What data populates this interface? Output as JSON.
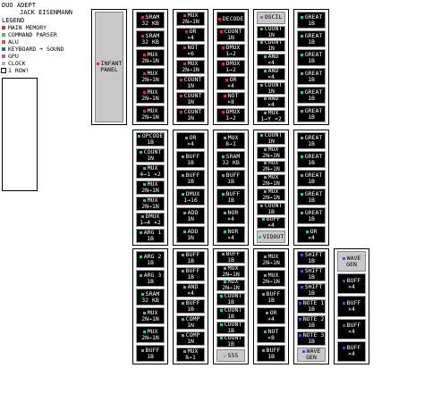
{
  "header": {
    "title": "DUO ADEPT",
    "author": "JACK EISENMANN"
  },
  "legend": {
    "title": "LEGEND",
    "items": [
      {
        "label": "MAIN MEMORY",
        "color": "#d93030"
      },
      {
        "label": "COMMAND PARSER",
        "color": "#2ecc71"
      },
      {
        "label": "ALU",
        "color": "#e05050"
      },
      {
        "label": "KEYBOARD + SOUND",
        "color": "#4050e0"
      },
      {
        "label": "GPU",
        "color": "#c050c0"
      },
      {
        "label": "CLOCK",
        "color": "#b0b0b0"
      },
      {
        "label": "1 ROW!",
        "color": "#ffffff"
      }
    ]
  },
  "columns": [
    {
      "id": "c1",
      "tiles": [
        {
          "l1": "INFANT",
          "l2": "PANEL",
          "color": "#d93030",
          "gray": true
        }
      ]
    },
    {
      "id": "c2",
      "tiles": [
        {
          "l1": "SRAM",
          "l2": "32 KB",
          "color": "#d93030"
        },
        {
          "l1": "SRAM",
          "l2": "32 KB",
          "color": "#d93030"
        },
        {
          "l1": "MUX",
          "l2": "2N→1N",
          "color": "#d93030"
        },
        {
          "l1": "MUX",
          "l2": "2N→1N",
          "color": "#d93030"
        },
        {
          "l1": "MUX",
          "l2": "2N→1N",
          "color": "#d93030"
        },
        {
          "l1": "MUX",
          "l2": "2N→1N",
          "color": "#d93030"
        }
      ]
    },
    {
      "id": "c3",
      "tiles": [
        {
          "l1": "MUX",
          "l2": "2N→1N",
          "color": "#d93030"
        },
        {
          "l1": "OR",
          "l2": "×4",
          "color": "#d93030"
        },
        {
          "l1": "NOT",
          "l2": "×6",
          "color": "#d93030"
        },
        {
          "l1": "MUX",
          "l2": "2N→1N",
          "color": "#d93030"
        },
        {
          "l1": "COUNT",
          "l2": "1N",
          "color": "#d93030"
        },
        {
          "l1": "COUNT",
          "l2": "1N",
          "color": "#d93030"
        },
        {
          "l1": "COUNT",
          "l2": "1N",
          "color": "#d93030"
        }
      ]
    },
    {
      "id": "c4",
      "tiles": [
        {
          "l1": "DECODE",
          "l2": "",
          "color": "#d93030"
        },
        {
          "l1": "COUNT",
          "l2": "1N",
          "color": "#d93030"
        },
        {
          "l1": "DMUX",
          "l2": "1→2",
          "color": "#d93030"
        },
        {
          "l1": "DMUX",
          "l2": "1→2",
          "color": "#d93030"
        },
        {
          "l1": "OR",
          "l2": "×4",
          "color": "#d93030"
        },
        {
          "l1": "NOT",
          "l2": "×8",
          "color": "#d93030"
        },
        {
          "l1": "DMUX",
          "l2": "1→2",
          "color": "#d93030"
        }
      ]
    },
    {
      "id": "c5",
      "tiles": [
        {
          "l1": "OSCIL",
          "l2": "",
          "color": "#c050c0",
          "gray": true
        },
        {
          "l1": "COUNT",
          "l2": "1N",
          "color": "#2ecc71"
        },
        {
          "l1": "COUNT",
          "l2": "1N",
          "color": "#2ecc71"
        },
        {
          "l1": "AND",
          "l2": "×4",
          "color": "#2ecc71"
        },
        {
          "l1": "AND",
          "l2": "×4",
          "color": "#2ecc71"
        },
        {
          "l1": "COUNT",
          "l2": "1N",
          "color": "#2ecc71"
        },
        {
          "l1": "AND",
          "l2": "×4",
          "color": "#2ecc71"
        },
        {
          "l1": "MUX",
          "l2": "1→Y ×2",
          "color": "#2ecc71"
        }
      ]
    },
    {
      "id": "c6",
      "tiles": [
        {
          "l1": "GREAT",
          "l2": "1B",
          "color": "#2ecc71"
        },
        {
          "l1": "GREAT",
          "l2": "1B",
          "color": "#2ecc71"
        },
        {
          "l1": "GREAT",
          "l2": "1B",
          "color": "#2ecc71"
        },
        {
          "l1": "GREAT",
          "l2": "1B",
          "color": "#2ecc71"
        },
        {
          "l1": "GREAT",
          "l2": "1B",
          "color": "#2ecc71"
        },
        {
          "l1": "GREAT",
          "l2": "1B",
          "color": "#2ecc71"
        }
      ]
    },
    {
      "id": "c7",
      "tiles": [
        {
          "l1": "OPCODE",
          "l2": "1B",
          "color": "#2ecc71"
        },
        {
          "l1": "COUNT",
          "l2": "1N",
          "color": "#2ecc71"
        },
        {
          "l1": "MUX",
          "l2": "4→1 ×2",
          "color": "#2ecc71"
        },
        {
          "l1": "MUX",
          "l2": "2N→1N",
          "color": "#2ecc71"
        },
        {
          "l1": "MUX",
          "l2": "2N→1N",
          "color": "#2ecc71"
        },
        {
          "l1": "DMUX",
          "l2": "1→4 ×2",
          "color": "#2ecc71"
        },
        {
          "l1": "ARG 1",
          "l2": "1B",
          "color": "#2ecc71"
        }
      ]
    },
    {
      "id": "c8",
      "tiles": [
        {
          "l1": "OR",
          "l2": "×4",
          "color": "#2ecc71"
        },
        {
          "l1": "BUFF",
          "l2": "1B",
          "color": "#2ecc71"
        },
        {
          "l1": "BUFF",
          "l2": "1B",
          "color": "#2ecc71"
        },
        {
          "l1": "DMUX",
          "l2": "1→16",
          "color": "#2ecc71"
        },
        {
          "l1": "ADD",
          "l2": "1N",
          "color": "#2ecc71"
        },
        {
          "l1": "ADD",
          "l2": "1N",
          "color": "#2ecc71"
        }
      ]
    },
    {
      "id": "c9",
      "tiles": [
        {
          "l1": "MUX",
          "l2": "8→1",
          "color": "#2ecc71"
        },
        {
          "l1": "SRAM",
          "l2": "32 KB",
          "color": "#2ecc71"
        },
        {
          "l1": "BUFF",
          "l2": "1B",
          "color": "#2ecc71"
        },
        {
          "l1": "BUFF",
          "l2": "1B",
          "color": "#2ecc71"
        },
        {
          "l1": "NOR",
          "l2": "×4",
          "color": "#2ecc71"
        },
        {
          "l1": "NOR",
          "l2": "×4",
          "color": "#2ecc71"
        }
      ]
    },
    {
      "id": "c10",
      "tiles": [
        {
          "l1": "COUNT",
          "l2": "1N",
          "color": "#2ecc71"
        },
        {
          "l1": "MUX",
          "l2": "2N→1N",
          "color": "#2ecc71"
        },
        {
          "l1": "MUX",
          "l2": "2N→1N",
          "color": "#2ecc71"
        },
        {
          "l1": "MUX",
          "l2": "2N→1N",
          "color": "#2ecc71"
        },
        {
          "l1": "MUX",
          "l2": "2N→1N",
          "color": "#2ecc71"
        },
        {
          "l1": "COUNT",
          "l2": "1B",
          "color": "#2ecc71"
        },
        {
          "l1": "BUFF",
          "l2": "×4",
          "color": "#2ecc71"
        },
        {
          "l1": "VIDOUT",
          "l2": "",
          "color": "#2ecc71",
          "gray": true
        }
      ]
    },
    {
      "id": "c11",
      "tiles": [
        {
          "l1": "GREAT",
          "l2": "1B",
          "color": "#2ecc71"
        },
        {
          "l1": "GREAT",
          "l2": "1B",
          "color": "#2ecc71"
        },
        {
          "l1": "GREAT",
          "l2": "1B",
          "color": "#2ecc71"
        },
        {
          "l1": "GREAT",
          "l2": "1B",
          "color": "#2ecc71"
        },
        {
          "l1": "GREAT",
          "l2": "1B",
          "color": "#2ecc71"
        },
        {
          "l1": "OR",
          "l2": "×4",
          "color": "#2ecc71"
        }
      ]
    },
    {
      "id": "c12",
      "tiles": [
        {
          "l1": "ARG 2",
          "l2": "1B",
          "color": "#2ecc71"
        },
        {
          "l1": "ARG 3",
          "l2": "1B",
          "color": "#2ecc71"
        },
        {
          "l1": "SRAM",
          "l2": "32 KB",
          "color": "#2ecc71"
        },
        {
          "l1": "MUX",
          "l2": "2N→1N",
          "color": "#2ecc71"
        },
        {
          "l1": "MUX",
          "l2": "2N→1N",
          "color": "#2ecc71"
        },
        {
          "l1": "BUFF",
          "l2": "1B",
          "color": "#2ecc71"
        }
      ]
    },
    {
      "id": "c13",
      "tiles": [
        {
          "l1": "BUFF",
          "l2": "1B",
          "color": "#2ecc71"
        },
        {
          "l1": "BUFF",
          "l2": "1B",
          "color": "#2ecc71"
        },
        {
          "l1": "AND",
          "l2": "×4",
          "color": "#2ecc71"
        },
        {
          "l1": "BUFF",
          "l2": "1B",
          "color": "#2ecc71"
        },
        {
          "l1": "COMP",
          "l2": "1N",
          "color": "#2ecc71"
        },
        {
          "l1": "COMP",
          "l2": "1N",
          "color": "#2ecc71"
        },
        {
          "l1": "MUX",
          "l2": "8→1",
          "color": "#2ecc71"
        }
      ]
    },
    {
      "id": "c14",
      "tiles": [
        {
          "l1": "BUFF",
          "l2": "1B",
          "color": "#2ecc71"
        },
        {
          "l1": "MUX",
          "l2": "2N→1N",
          "color": "#2ecc71"
        },
        {
          "l1": "MUX",
          "l2": "2N→1N",
          "color": "#2ecc71"
        },
        {
          "l1": "COUNT",
          "l2": "1B",
          "color": "#2ecc71"
        },
        {
          "l1": "COUNT",
          "l2": "1B",
          "color": "#2ecc71"
        },
        {
          "l1": "COUNT",
          "l2": "1B",
          "color": "#2ecc71"
        },
        {
          "l1": "COUNT",
          "l2": "1B",
          "color": "#2ecc71"
        },
        {
          "l1": "555",
          "l2": "",
          "color": "#b0b0b0",
          "gray": true
        }
      ]
    },
    {
      "id": "c15",
      "tiles": [
        {
          "l1": "MUX",
          "l2": "2N→1N",
          "color": "#2ecc71"
        },
        {
          "l1": "MUX",
          "l2": "2N→1N",
          "color": "#2ecc71"
        },
        {
          "l1": "BUFF",
          "l2": "1B",
          "color": "#2ecc71"
        },
        {
          "l1": "OR",
          "l2": "×4",
          "color": "#2ecc71"
        },
        {
          "l1": "NOT",
          "l2": "×8",
          "color": "#2ecc71"
        },
        {
          "l1": "BUFF",
          "l2": "1B",
          "color": "#2ecc71"
        }
      ]
    },
    {
      "id": "c16",
      "tiles": [
        {
          "l1": "SHIFT",
          "l2": "1B",
          "color": "#4050e0"
        },
        {
          "l1": "SHIFT",
          "l2": "1B",
          "color": "#4050e0"
        },
        {
          "l1": "SHIFT",
          "l2": "1B",
          "color": "#4050e0"
        },
        {
          "l1": "NOTE 1",
          "l2": "1B",
          "color": "#4050e0"
        },
        {
          "l1": "NOTE 2",
          "l2": "1B",
          "color": "#4050e0"
        },
        {
          "l1": "NOTE 3",
          "l2": "1B",
          "color": "#4050e0"
        },
        {
          "l1": "WAVE",
          "l2": "GEN",
          "color": "#4050e0",
          "gray": true
        }
      ]
    },
    {
      "id": "c17",
      "tiles": [
        {
          "l1": "WAVE",
          "l2": "GEN",
          "color": "#4050e0",
          "gray": true
        },
        {
          "l1": "BUFF",
          "l2": "×4",
          "color": "#4050e0"
        },
        {
          "l1": "BUFF",
          "l2": "×4",
          "color": "#4050e0"
        },
        {
          "l1": "BUFF",
          "l2": "×4",
          "color": "#4050e0"
        },
        {
          "l1": "BUFF",
          "l2": "×4",
          "color": "#4050e0"
        }
      ]
    }
  ]
}
